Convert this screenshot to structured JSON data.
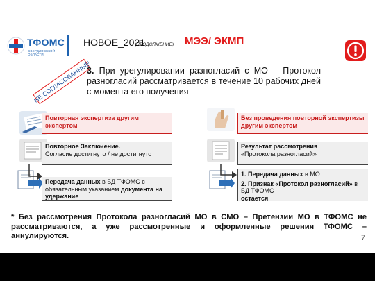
{
  "header": {
    "logo_title": "ТФОМС",
    "logo_subtitle": "СВЕРДЛОВСКОЙ ОБЛАСТИ",
    "title_main": "НОВОЕ_2021",
    "title_note": "(ПРОДОЛЖЕНИЕ)",
    "title_topic": "МЭЭ/ ЭКМП"
  },
  "stamp": "НЕ СОГЛАСОВАННЫЕ",
  "point3": {
    "number": "3.",
    "text": "При урегулировании разногласий с МО – Протокол разногласий рассматривается в течение 10 рабочих дней с момента его получения"
  },
  "left_flow": {
    "step1": "Повторная экспертиза другим экспертом",
    "step2_bold": "Повторное Заключение.",
    "step2_text": "Согласие достигнуто / не достигнуто",
    "step3_bold_a": "Передача данных",
    "step3_text_a": " в БД ТФОМС с обязательным указанием ",
    "step3_bold_b": "документа на удержание"
  },
  "right_flow": {
    "step1": "Без проведения повторной экспертизы другим экспертом",
    "step2_bold": "Результат рассмотрения",
    "step2_text": "«Протокола разногласий»",
    "step3_line1_bold": "1. Передача данных",
    "step3_line1_text": " в МО",
    "step3_line2_bold": "2. Признак «Протокол разногласий»",
    "step3_line2_text": " в БД ТФОМС",
    "step3_line3_bold": "остается"
  },
  "footnote": "* Без рассмотрения Протокола разногласий МО в СМО – Претензии МО в ТФОМС не рассматриваются, а уже рассмотренные и оформленные решения ТФОМС – аннулируются.",
  "page_number": "7",
  "colors": {
    "accent_blue": "#1f63b0",
    "accent_red": "#e21c1c"
  }
}
